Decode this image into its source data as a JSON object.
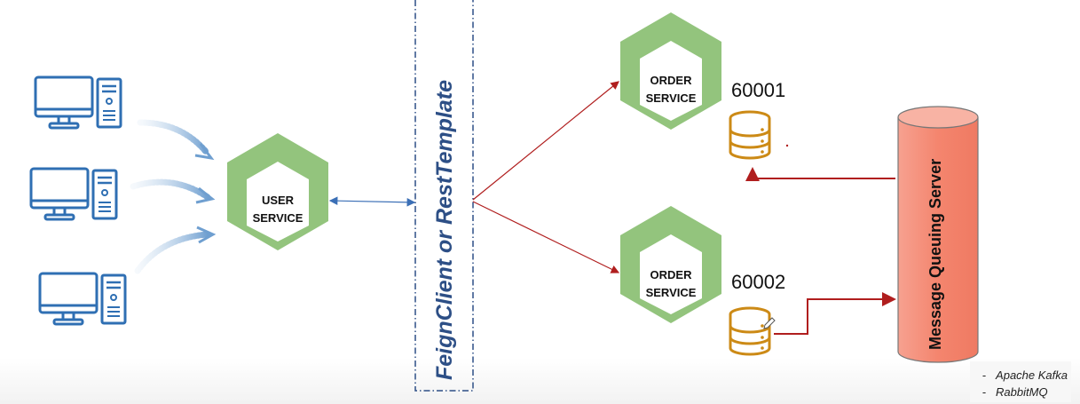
{
  "diagram": {
    "gateway_label": "FeignClient or RestTemplate",
    "user_service": {
      "line1": "USER",
      "line2": "SERVICE"
    },
    "order_service_1": {
      "line1": "ORDER",
      "line2": "SERVICE",
      "port": "60001"
    },
    "order_service_2": {
      "line1": "ORDER",
      "line2": "SERVICE",
      "port": "60002"
    },
    "queue_label": "Message Queuing Server",
    "queue_examples": [
      "Apache Kafka",
      "RabbitMQ"
    ],
    "colors": {
      "client_icon": "#2f6fb3",
      "service_hex": "#93c47d",
      "gateway_text": "#2d4f86",
      "database": "#cc8a16",
      "queue": "#f5917d",
      "arrow_red": "#b01e1e",
      "arrow_blue": "#3b6fb6"
    }
  }
}
